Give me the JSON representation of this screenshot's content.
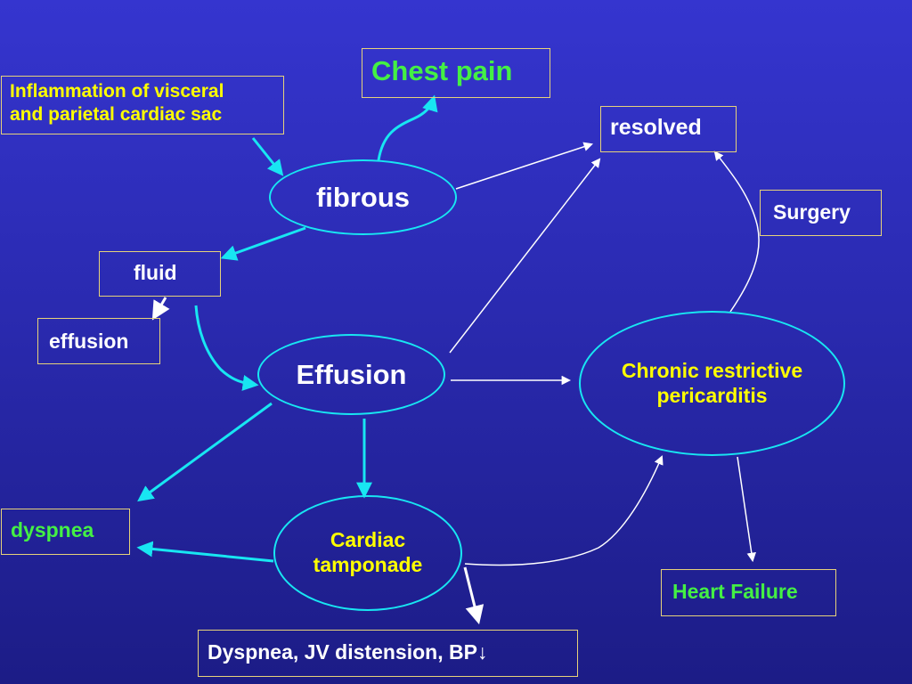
{
  "colors": {
    "background_top": "#3535cf",
    "background_bottom": "#1c1c86",
    "ellipse_border": "#18e6f2",
    "box_border": "#e6d27a",
    "green_text": "#44f044",
    "yellow_text": "#ffff00",
    "white_text": "#ffffff",
    "cyan_arrow": "#18e6f2",
    "white_arrow": "#ffffff"
  },
  "nodes": {
    "chest_pain": "Chest pain",
    "inflammation_line1": "Inflammation of visceral",
    "inflammation_line2": "and parietal cardiac sac",
    "resolved": "resolved",
    "fibrous": "fibrous",
    "surgery": "Surgery",
    "fluid": "fluid",
    "effusion_box": "effusion",
    "effusion_main": "Effusion",
    "chronic_line1": "Chronic restrictive",
    "chronic_line2": "pericarditis",
    "dyspnea": "dyspnea",
    "tamponade_line1": "Cardiac",
    "tamponade_line2": "tamponade",
    "heart_failure": "Heart Failure",
    "symptoms": "Dyspnea, JV distension, BP↓"
  }
}
